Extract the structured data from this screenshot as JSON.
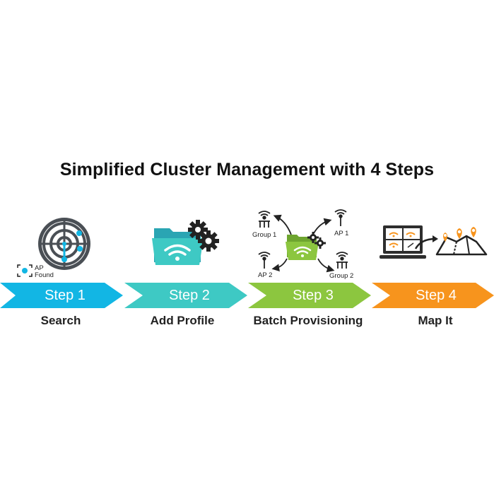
{
  "title": "Simplified Cluster Management with 4 Steps",
  "steps": [
    {
      "label": "Step 1",
      "name": "Search",
      "color": "#12b6e4"
    },
    {
      "label": "Step 2",
      "name": "Add Profile",
      "color": "#3ec9c4"
    },
    {
      "label": "Step 3",
      "name": "Batch Provisioning",
      "color": "#8cc63f"
    },
    {
      "label": "Step 4",
      "name": "Map It",
      "color": "#f7941d"
    }
  ],
  "search_badge": {
    "line1": "AP",
    "line2": "Found"
  },
  "batch_labels": {
    "group1": "Group 1",
    "ap1": "AP 1",
    "ap2": "AP 2",
    "group2": "Group 2"
  },
  "icons": [
    "radar-icon",
    "ap-found-icon",
    "folder-wifi-icon",
    "gear-icon",
    "access-point-icon",
    "monitor-map-icon",
    "map-pin-icon"
  ]
}
